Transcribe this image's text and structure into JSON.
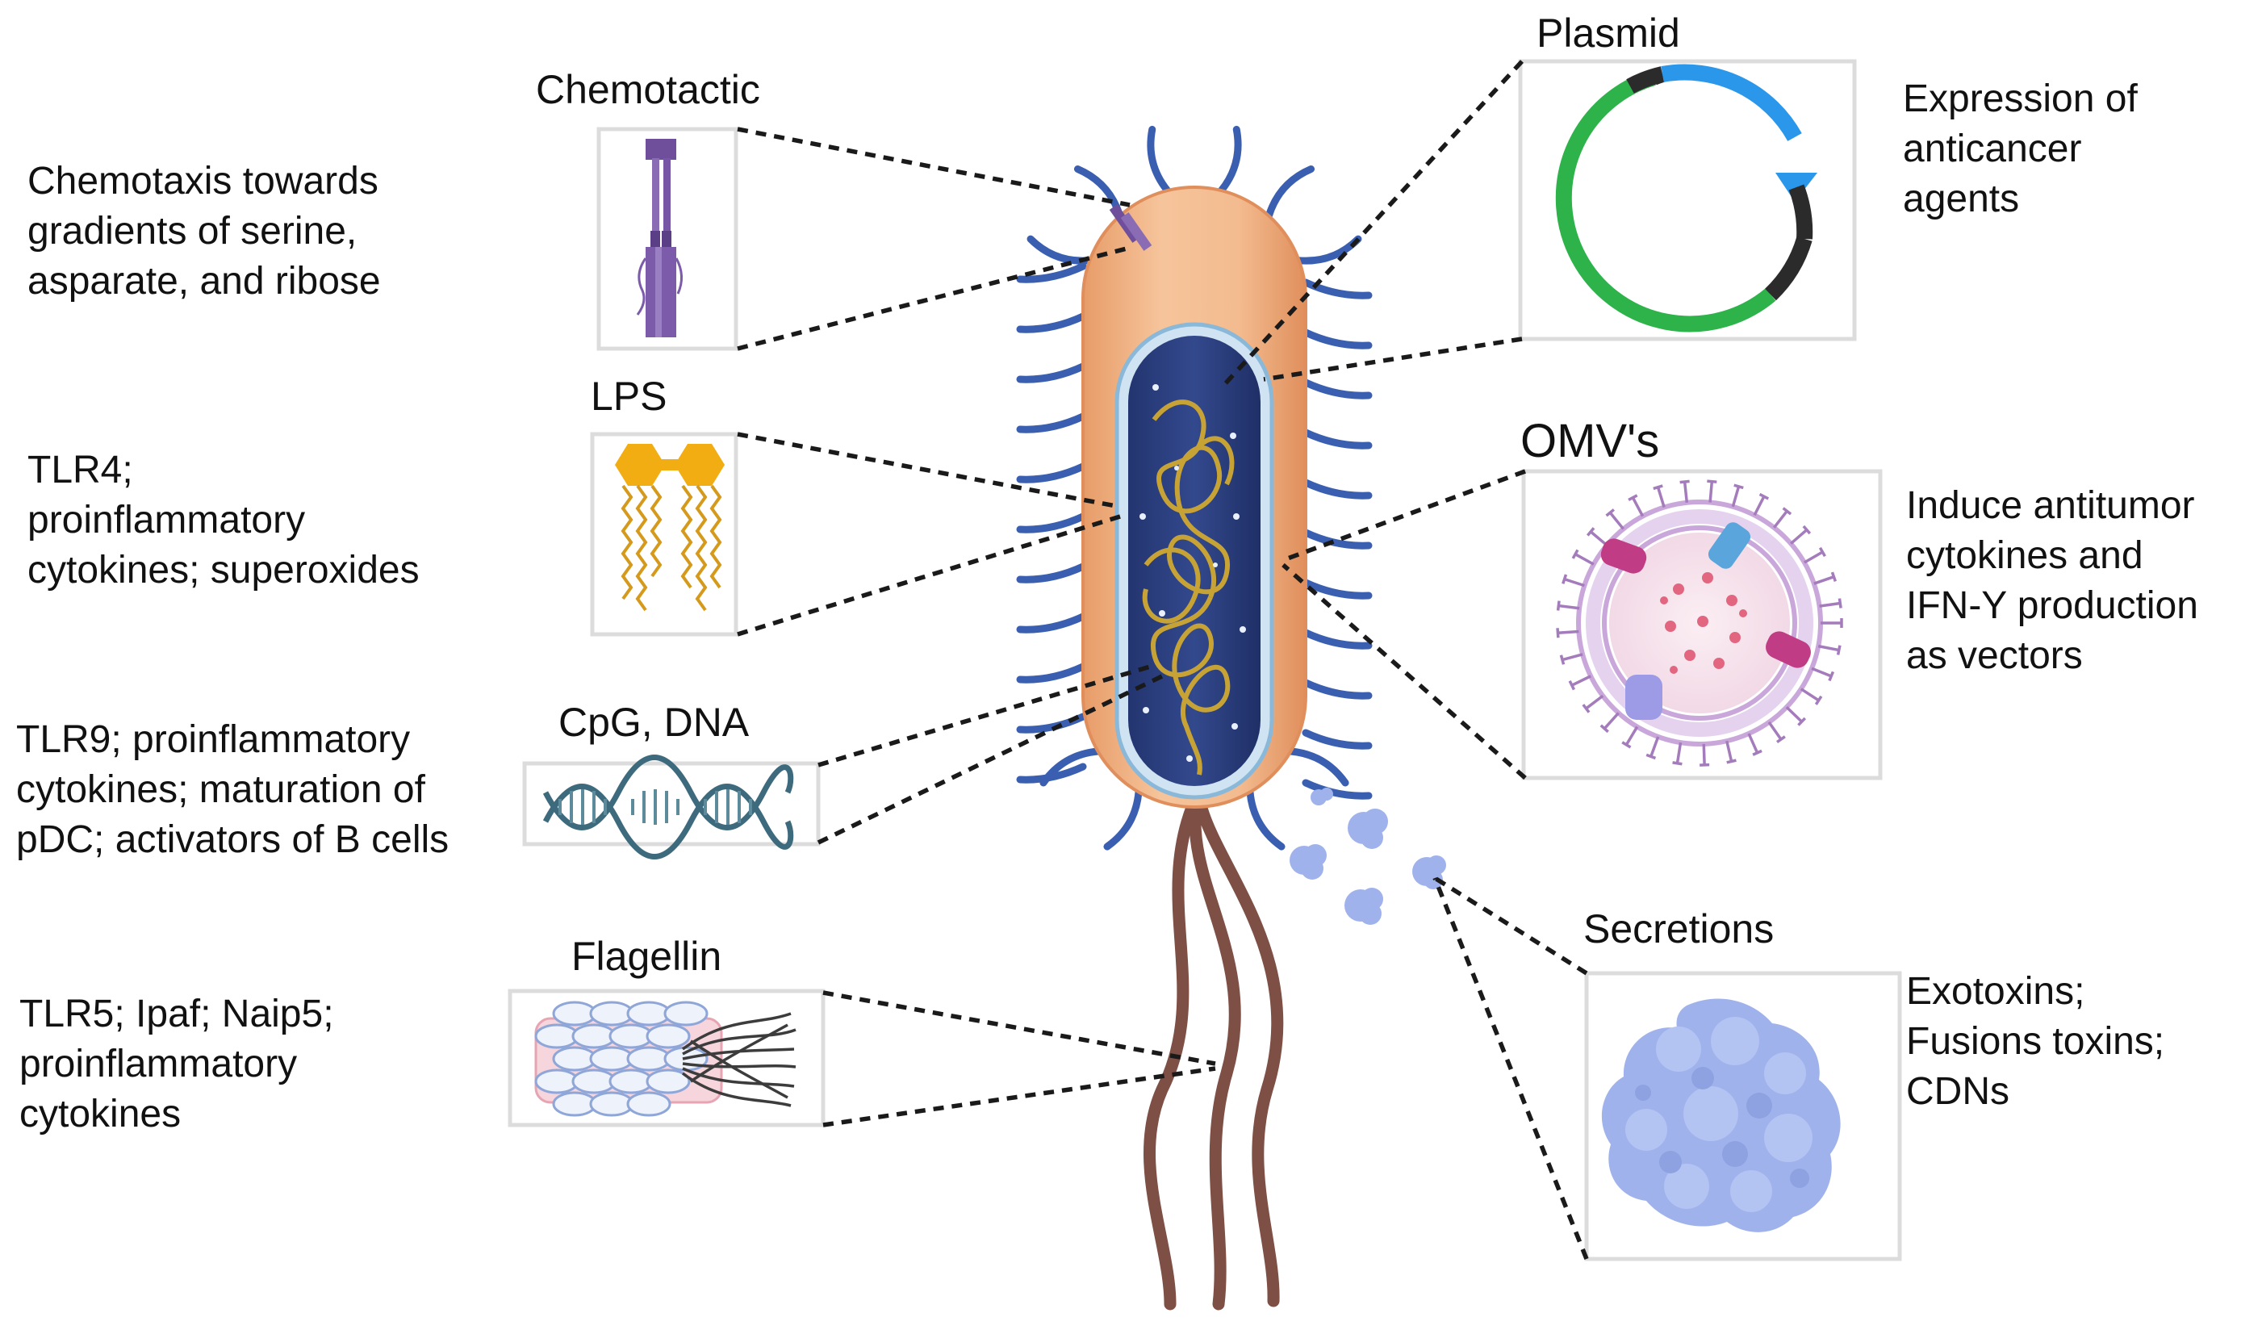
{
  "colors": {
    "cell_body": "#f2b887",
    "cytoplasm": "#2b3f7e",
    "nucleoid": "#c7a336",
    "cilia": "#3a5fb0",
    "flagella": "#7d4f45",
    "plasmid_green": "#2db34a",
    "plasmid_blue": "#2b97eb",
    "plasmid_dark": "#2b2b2b",
    "lps_head": "#f2ad12",
    "dna_helix": "#3d6b7d",
    "omv_membrane": "#b791cc",
    "secretion": "#9fb2ec"
  },
  "left_panel": {
    "chemotactic": {
      "label": "Chemotactic",
      "icon": "chemoreceptor-icon",
      "desc": [
        "Chemotaxis towards",
        "gradients of serine,",
        "asparate, and ribose"
      ]
    },
    "lps": {
      "label": "LPS",
      "icon": "lipopolysaccharide-icon",
      "desc": [
        "TLR4;",
        "proinflammatory",
        "cytokines; superoxides"
      ]
    },
    "cpg": {
      "label": "CpG, DNA",
      "icon": "dna-helix-icon",
      "desc": [
        "TLR9; proinflammatory",
        "cytokines; maturation of",
        "pDC; activators of B cells"
      ]
    },
    "flagellin": {
      "label": "Flagellin",
      "icon": "flagellin-filament-icon",
      "desc": [
        "TLR5; Ipaf; Naip5;",
        "proinflammatory",
        "cytokines"
      ]
    }
  },
  "right_panel": {
    "plasmid": {
      "label": "Plasmid",
      "icon": "plasmid-ring-icon",
      "desc": [
        "Expression of",
        "anticancer",
        "agents"
      ]
    },
    "omv": {
      "label": "OMV's",
      "icon": "outer-membrane-vesicle-icon",
      "desc": [
        "Induce antitumor",
        "cytokines and",
        "IFN-Y production",
        "as vectors"
      ]
    },
    "secretions": {
      "label": "Secretions",
      "icon": "secreted-protein-icon",
      "desc": [
        "Exotoxins;",
        "Fusions toxins;",
        "CDNs"
      ]
    }
  },
  "center": {
    "icon": "bacterium-icon"
  }
}
